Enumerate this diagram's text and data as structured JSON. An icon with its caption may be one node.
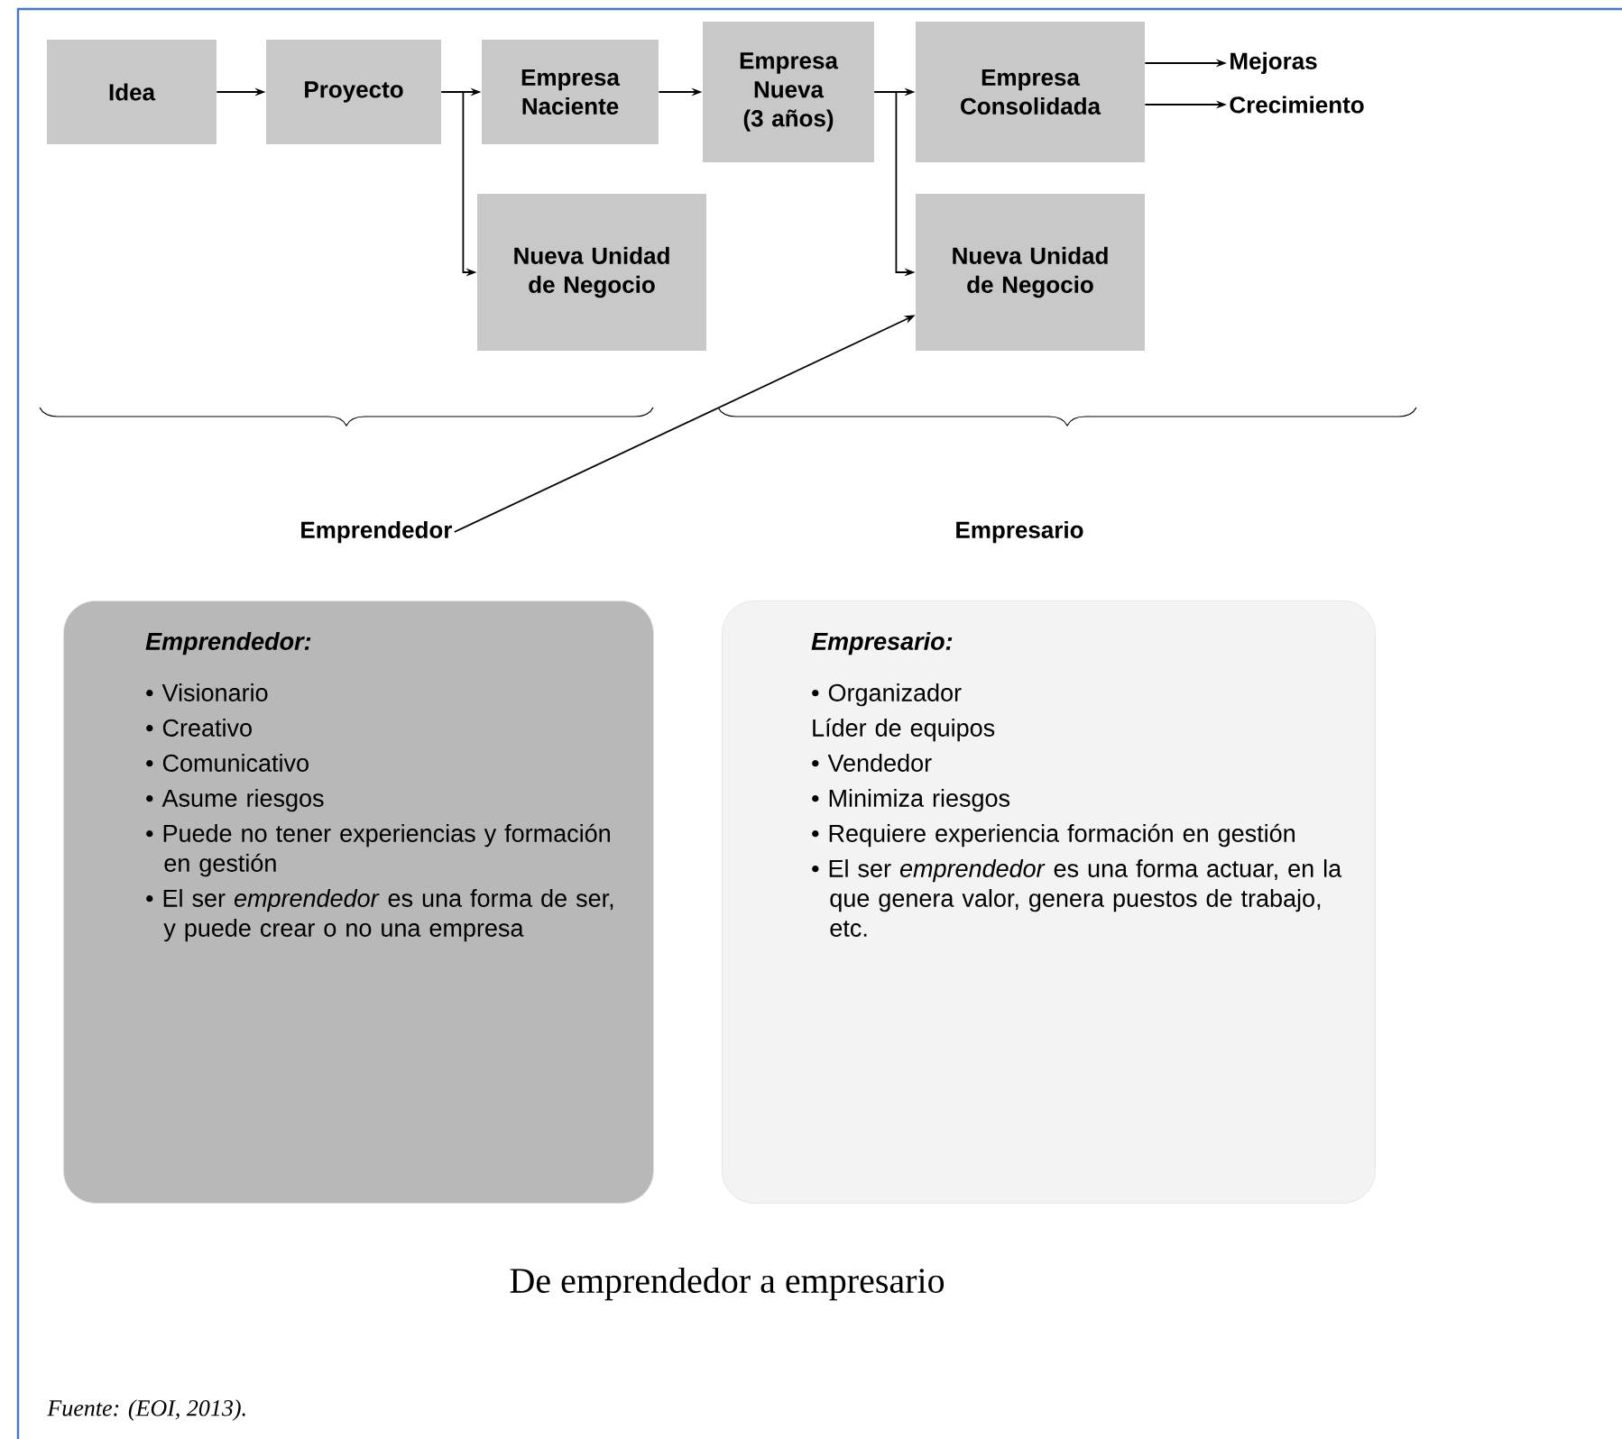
{
  "diagram": {
    "caption": "De emprendedor a empresario",
    "nodes": [
      {
        "text": [
          "Idea"
        ]
      },
      {
        "text": [
          "Proyecto"
        ]
      },
      {
        "text": [
          "Empresa Naciente"
        ]
      },
      {
        "text": [
          "Empresa Nueva (3 años)"
        ]
      },
      {
        "text": [
          "Empresa Consolidada"
        ]
      },
      {
        "text": [
          "Mejoras"
        ]
      },
      {
        "text": [
          "Crecimiento"
        ]
      },
      {
        "text": [
          "Nueva Unidad de Negocio"
        ]
      },
      {
        "text": [
          "Nueva Unidad de Negocio"
        ]
      },
      {
        "text": [
          "Emprendedor"
        ]
      },
      {
        "text": [
          "Emprendedor:",
          "• Visionario",
          "• Creativo",
          "• Comunicativo",
          "• Asume riesgos",
          "• Puede no tener experiencias y formación en gestión",
          "• El ser *emprendedor* es una forma de ser, y puede crear o no una empresa"
        ]
      },
      {
        "text": [
          "Empresario:",
          "• Organizador",
          "Líder de equipos",
          "• Vendedor",
          "• Minimiza riesgos",
          "• Requiere experiencia formación en gestión",
          "• El ser *emprendedor* es una forma actuar, en la que genera valor, genera puestos de trabajo, etc."
        ]
      }
    ],
    "edges": [
      {
        "from": 0,
        "to": 1,
        "arrow": "to"
      },
      {
        "from": 1,
        "to": 2,
        "arrow": "to"
      },
      {
        "from": 1,
        "to": 7,
        "arrow": "to"
      },
      {
        "from": 2,
        "to": 3,
        "arrow": "to"
      },
      {
        "from": 3,
        "to": 4,
        "arrow": "to"
      },
      {
        "from": 3,
        "to": 8,
        "arrow": "to"
      },
      {
        "from": 4,
        "to": 5,
        "arrow": "to"
      },
      {
        "from": 4,
        "to": 6,
        "arrow": "to"
      },
      {
        "from": 9,
        "to": 8,
        "arrow": "to"
      }
    ],
    "labels": [
      "Empresario",
      "Fuente: (EOI, 2013)."
    ]
  }
}
